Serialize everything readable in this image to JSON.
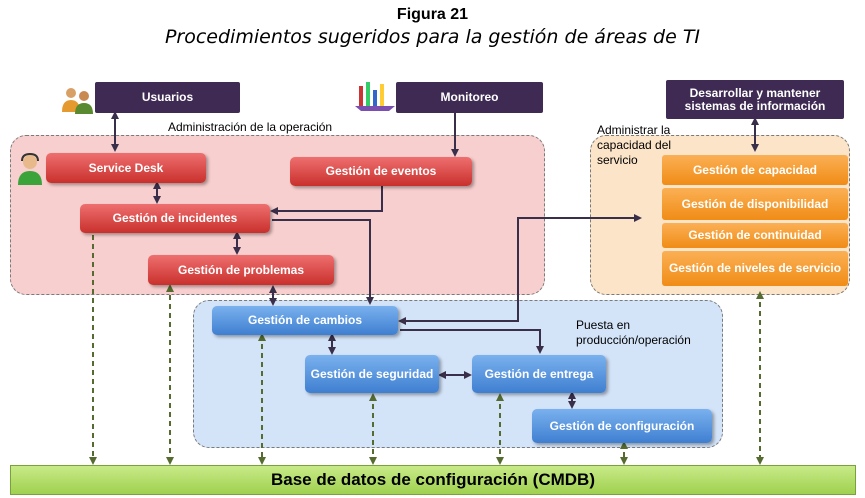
{
  "figure": {
    "number": "Figura 21",
    "subtitle": "Procedimientos sugeridos para la gestión de áreas de TI"
  },
  "actors": {
    "usuarios": "Usuarios",
    "monitoreo": "Monitoreo",
    "desarrollar": "Desarrollar y mantener sistemas de información"
  },
  "groups": {
    "operacion": "Administración de la operación",
    "capacidad": "Administrar la capacidad del servicio",
    "produccion": "Puesta en producción/operación"
  },
  "processes": {
    "service_desk": "Service Desk",
    "eventos": "Gestión de eventos",
    "incidentes": "Gestión de incidentes",
    "problemas": "Gestión de problemas",
    "cambios": "Gestión de cambios",
    "seguridad": "Gestión de seguridad",
    "entrega": "Gestión de entrega",
    "configuracion": "Gestión de configuración",
    "capacidad": "Gestión de capacidad",
    "disponibilidad": "Gestión de disponibilidad",
    "continuidad": "Gestión de continuidad",
    "niveles": "Gestión de niveles de servicio"
  },
  "cmdb": "Base de datos de configuración (CMDB)",
  "icons": [
    "users-icon",
    "monitor-chart-icon",
    "service-desk-agent-icon"
  ],
  "colors": {
    "actor": "#3e2a52",
    "operations": "#c9302c",
    "capacity": "#f08c16",
    "changes": "#3f7fd1",
    "cmdb": "#9fd14f",
    "dependency_line": "#556b2f"
  }
}
